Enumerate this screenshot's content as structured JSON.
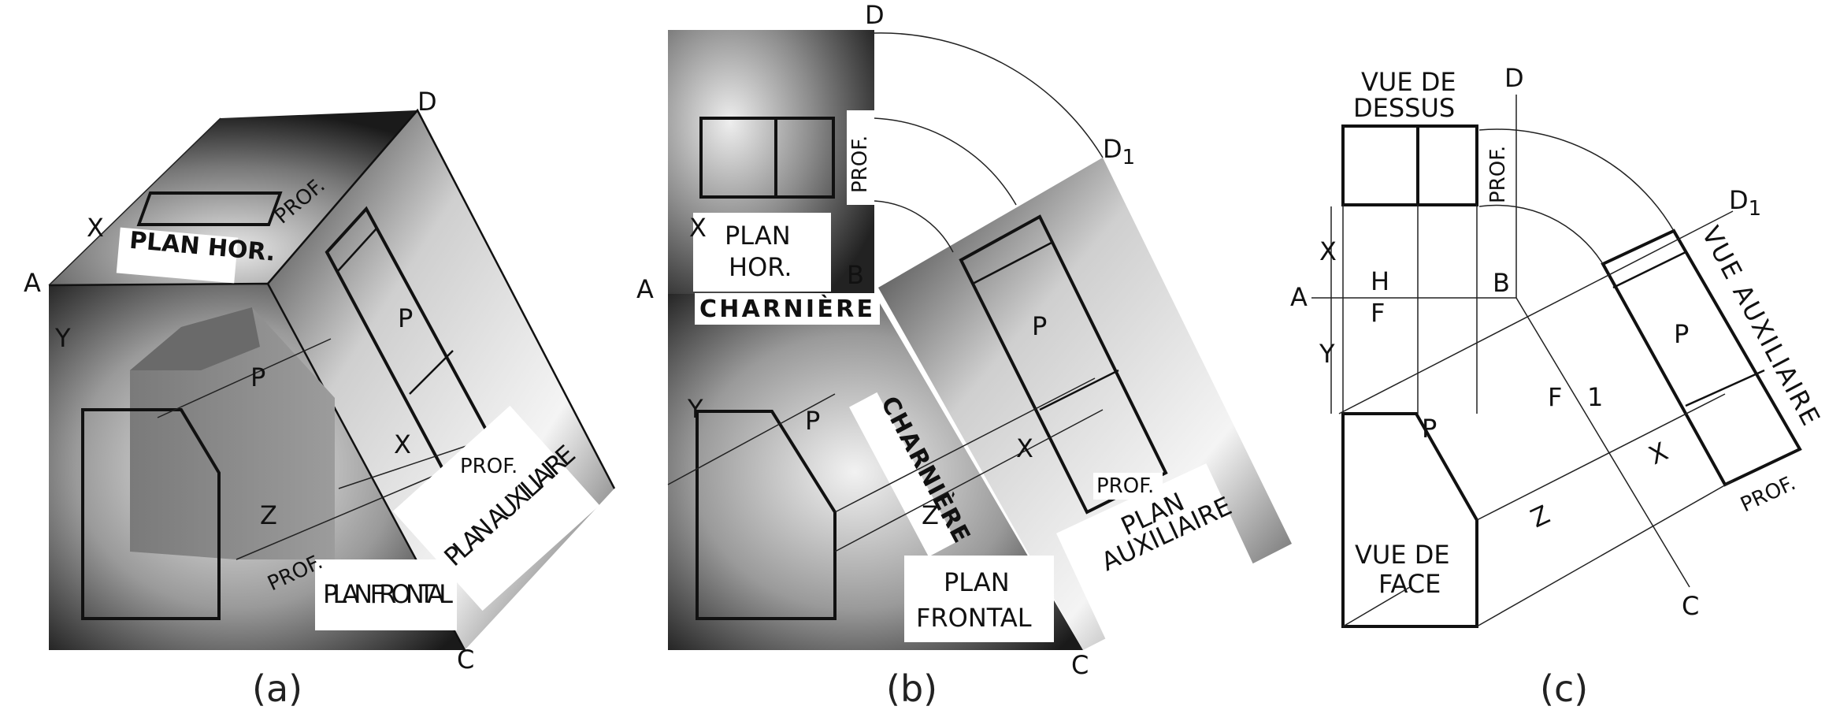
{
  "panel_a": {
    "corner_a": "A",
    "corner_d": "D",
    "corner_c": "C",
    "plan_hor": "PLAN HOR.",
    "plan_frontal": "PLAN FRONTAL",
    "plan_auxiliaire": "PLAN AUXILIAIRE",
    "prof_top": "PROF.",
    "prof_right": "PROF.",
    "prof_bottom": "PROF.",
    "surface_p_front": "P",
    "surface_p_aux": "P",
    "dim_x_top": "X",
    "dim_y": "Y",
    "dim_x": "X",
    "dim_z": "Z",
    "caption": "(a)"
  },
  "panel_b": {
    "corner_d": "D",
    "corner_d1": "D",
    "corner_d1_sub": "1",
    "corner_a": "A",
    "corner_b": "B",
    "corner_c": "C",
    "plan_hor_1": "PLAN",
    "plan_hor_2": "HOR.",
    "charniere_1": "CHARNIÈRE",
    "charniere_2": "CHARNIÈRE",
    "plan_frontal_1": "PLAN",
    "plan_frontal_2": "FRONTAL",
    "plan_aux_1": "PLAN",
    "plan_aux_2": "AUXILIAIRE",
    "prof_top": "PROF.",
    "prof_bottom": "PROF.",
    "surface_p_front": "P",
    "surface_p_aux": "P",
    "dim_x": "X",
    "dim_y": "Y",
    "dim_x2": "X",
    "dim_z": "Z",
    "caption": "(b)"
  },
  "panel_c": {
    "vue_dessus_1": "VUE DE",
    "vue_dessus_2": "DESSUS",
    "corner_d": "D",
    "corner_d1": "D",
    "corner_d1_sub": "1",
    "prof_top": "PROF.",
    "corner_a": "A",
    "corner_b": "B",
    "label_h": "H",
    "label_f": "F",
    "label_f1": "F",
    "label_1": "1",
    "dim_x": "X",
    "dim_y": "Y",
    "dim_x2": "X",
    "dim_z": "Z",
    "surface_p_front": "P",
    "surface_p_aux": "P",
    "vue_aux": "VUE AUXILIAIRE",
    "vue_face_1": "VUE DE",
    "vue_face_2": "FACE",
    "prof_bottom": "PROF.",
    "corner_c": "C",
    "caption": "(c)"
  }
}
